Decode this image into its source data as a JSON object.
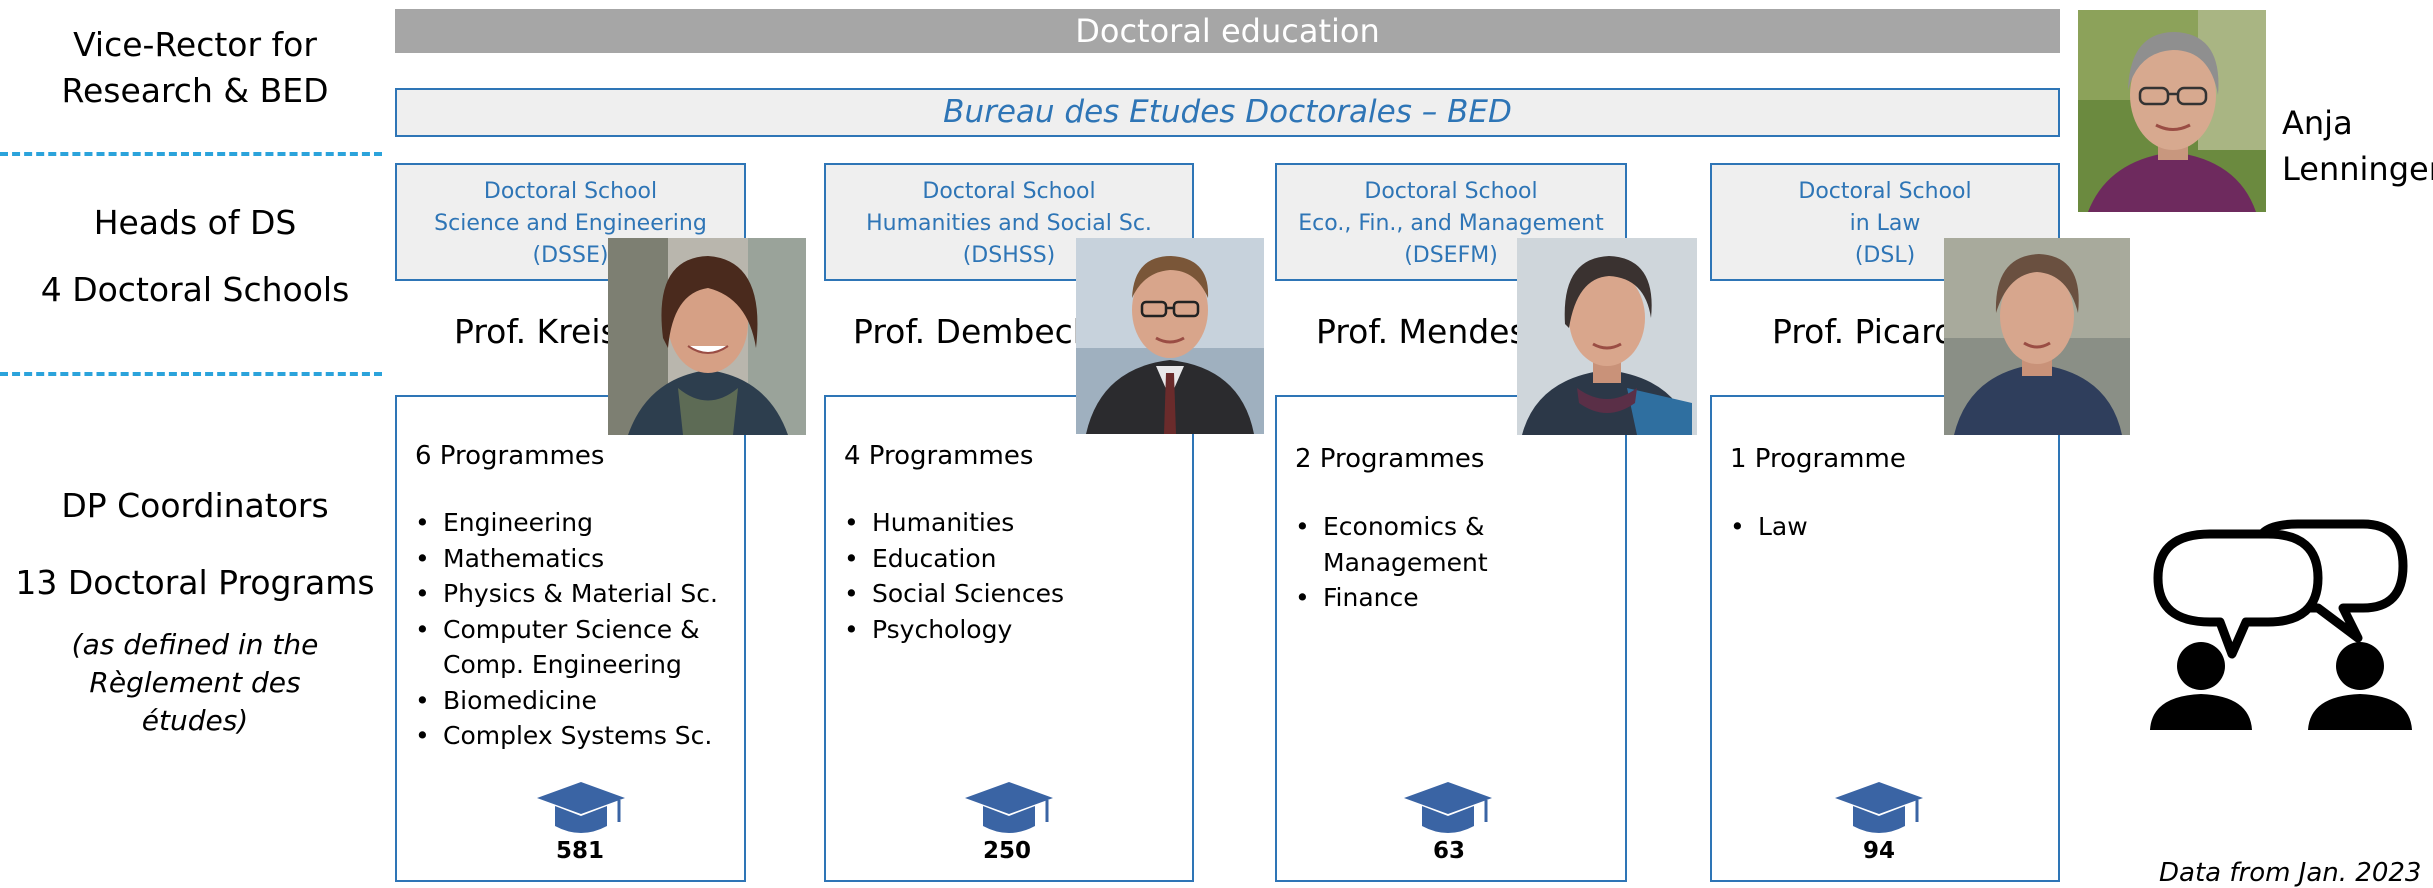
{
  "left": {
    "vice_rector": "Vice-Rector for Research & BED",
    "heads": "Heads of DS",
    "schools_count": "4 Doctoral Schools",
    "coordinators": "DP Coordinators",
    "programs_count": "13 Doctoral Programs",
    "defined_note": "(as defined in the Règlement des études)"
  },
  "banners": {
    "top": "Doctoral education",
    "bed": "Bureau des Etudes Doctorales – BED"
  },
  "person": {
    "first": "Anja",
    "last": "Lenninger"
  },
  "schools": [
    {
      "head_lines": [
        "Doctoral School",
        "Science and Engineering",
        "(DSSE)"
      ],
      "prof": "Prof. Kreis",
      "programmes_title": "6 Programmes",
      "programmes": [
        "Engineering",
        "Mathematics",
        "Physics & Material Sc.",
        "Computer Science &",
        "Comp. Engineering",
        "Biomedicine",
        "Complex Systems Sc."
      ],
      "count": "581"
    },
    {
      "head_lines": [
        "Doctoral School",
        "Humanities and Social Sc.",
        "(DSHSS)"
      ],
      "prof": "Prof. Dembeck",
      "programmes_title": "4 Programmes",
      "programmes": [
        "Humanities",
        "Education",
        "Social Sciences",
        "Psychology"
      ],
      "count": "250"
    },
    {
      "head_lines": [
        "Doctoral School",
        "Eco., Fin., and Management",
        "(DSEFM)"
      ],
      "prof": "Prof. Mendes",
      "programmes_title": "2 Programmes",
      "programmes": [
        "Economics &",
        "Management",
        "Finance"
      ],
      "count": "63"
    },
    {
      "head_lines": [
        "Doctoral School",
        "in Law",
        "(DSL)"
      ],
      "prof": "Prof. Picard",
      "programmes_title": "1 Programme",
      "programmes": [
        "Law"
      ],
      "count": "94"
    }
  ],
  "footnote": "Data from Jan. 2023",
  "icons": {
    "cap": "graduation-cap-icon",
    "chat": "discussion-people-icon"
  },
  "colors": {
    "accent_blue": "#2e75b6",
    "dash_blue": "#2ba3db",
    "banner_gray": "#a6a6a6",
    "box_fill": "#efefef",
    "cap_blue": "#3a64a4"
  }
}
